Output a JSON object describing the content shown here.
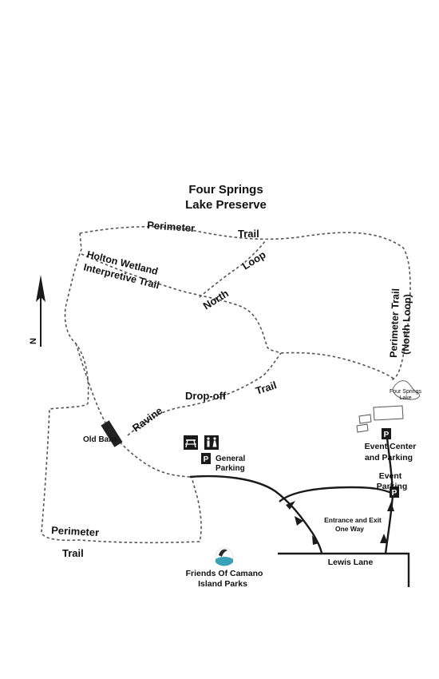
{
  "title": {
    "line1": "Four Springs",
    "line2": "Lake Preserve"
  },
  "trails": {
    "perimeter_top_1": "Perimeter",
    "perimeter_top_2": "Trail",
    "holton_1": "Holton Wetland",
    "holton_2": "Interpretive Trail",
    "north": "North",
    "loop": "Loop",
    "perimeter_north_1": "Perimeter Trail",
    "perimeter_north_2": "(North Loop)",
    "ravine": "Ravine",
    "dropoff": "Drop-off",
    "dropoff_trail": "Trail",
    "perimeter_bottom_1": "Perimeter",
    "perimeter_bottom_2": "Trail"
  },
  "places": {
    "old_barn": "Old Barn",
    "general_parking_1": "General",
    "general_parking_2": "Parking",
    "lake_1": "Four Springs",
    "lake_2": "Lake",
    "event_center_1": "Event Center",
    "event_center_2": "and Parking",
    "event_parking_1": "Event",
    "event_parking_2": "Parking",
    "entrance_1": "Entrance and Exit",
    "entrance_2": "One Way",
    "road": "Lewis Lane"
  },
  "symbols": {
    "parking_letter": "P",
    "compass_letter": "N"
  },
  "credit": {
    "line1": "Friends Of Camano",
    "line2": "Island Parks"
  },
  "colors": {
    "trail": "#555555",
    "road": "#1a1a1a",
    "text": "#111111",
    "logo_water": "#3aa1b6"
  },
  "icons": [
    "north-arrow-icon",
    "picnic-table-icon",
    "restroom-icon",
    "parking-icon",
    "building-icon",
    "logo-icon"
  ]
}
